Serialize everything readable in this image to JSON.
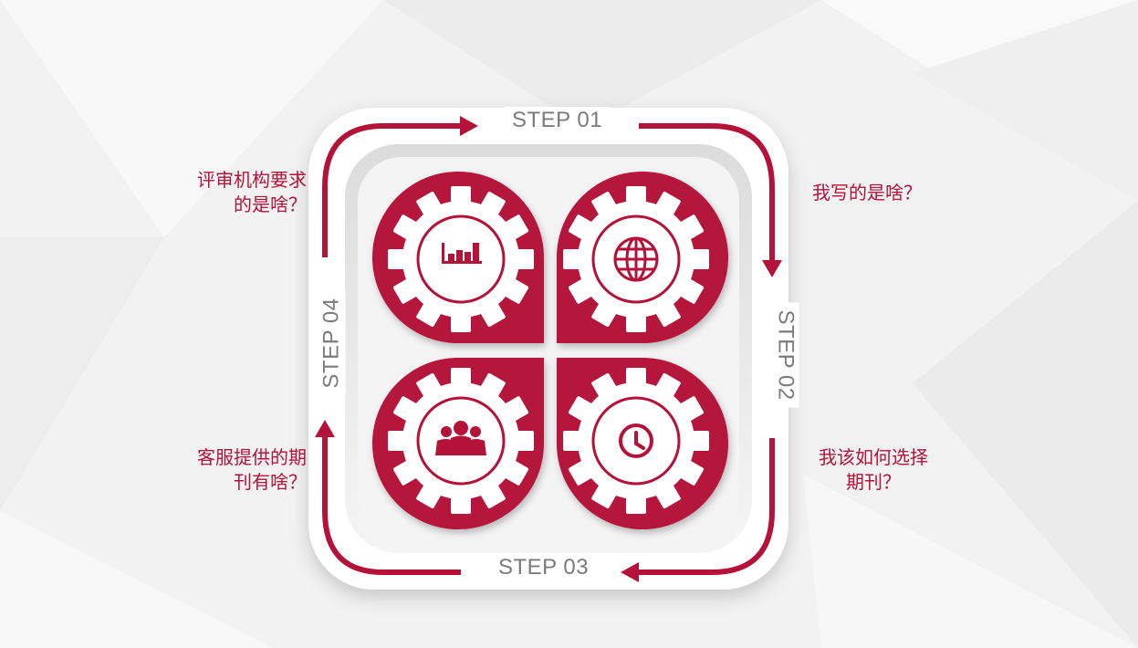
{
  "steps": {
    "step1": "STEP 01",
    "step2": "STEP 02",
    "step3": "STEP 03",
    "step4": "STEP 04"
  },
  "questions": {
    "top_left": [
      "评审机构要求",
      "的是啥？"
    ],
    "top_right": [
      "我写的是啥？"
    ],
    "bottom_left": [
      "客服提供的期",
      "刊有啥？"
    ],
    "bottom_right": [
      "我该如何选择",
      "期刊？"
    ]
  },
  "icons": {
    "top_left": "bar-chart-icon",
    "top_right": "globe-icon",
    "bottom_left": "team-icon",
    "bottom_right": "clock-icon"
  },
  "colors": {
    "accent": "#b5123a",
    "step_text": "#7b7b7b",
    "panel": "#ffffff",
    "background": "#f3f3f3"
  }
}
